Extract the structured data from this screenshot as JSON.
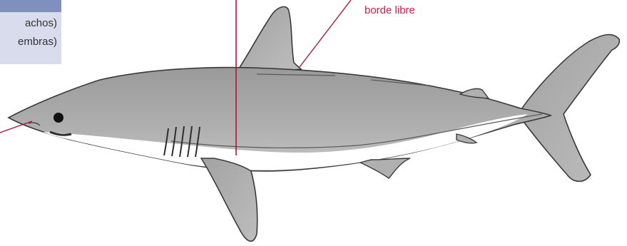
{
  "legend": {
    "line_1": "achos)",
    "line_2": "embras)"
  },
  "callout": {
    "label": "borde libre"
  },
  "colors": {
    "callout_line": "#b4123c",
    "callout_text": "#c8214a",
    "legend_header": "#7f8fbe",
    "legend_body": "#d8dcec",
    "shark_body": "#a9a9a9",
    "shark_belly": "#ffffff",
    "outline": "#3a3a3a"
  }
}
